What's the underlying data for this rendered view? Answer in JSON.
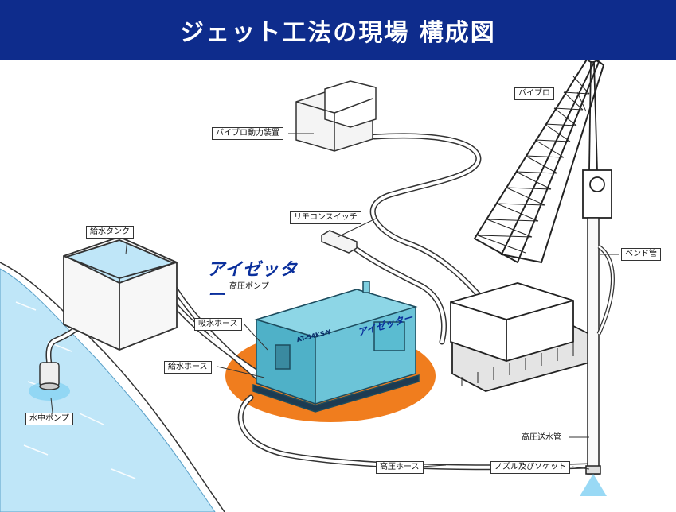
{
  "header": {
    "title": "ジェット工法の現場 構成図",
    "bg_color": "#0e2c8c"
  },
  "labels": {
    "vibro": "バイブロ",
    "vibro_power": "バイブロ動力装置",
    "remote_switch": "リモコンスイッチ",
    "water_tank": "給水タンク",
    "bend_pipe": "ベンド管",
    "suction_hose": "吸水ホース",
    "supply_hose": "給水ホース",
    "submersible_pump": "水中ポンプ",
    "high_pressure_hose": "高圧ホース",
    "high_pressure_pipe": "高圧送水管",
    "nozzle_socket": "ノズル及びソケット"
  },
  "brand": {
    "logo": "アイゼッター",
    "subtitle": "高圧ポンプ",
    "model": "AT-54KS-Y",
    "machine_logo": "アイゼッター"
  },
  "colors": {
    "pump_body": "#6cc4d8",
    "orange_base": "#f07d1e",
    "water": "#bfe6f8",
    "spray": "#7fd0f2"
  }
}
